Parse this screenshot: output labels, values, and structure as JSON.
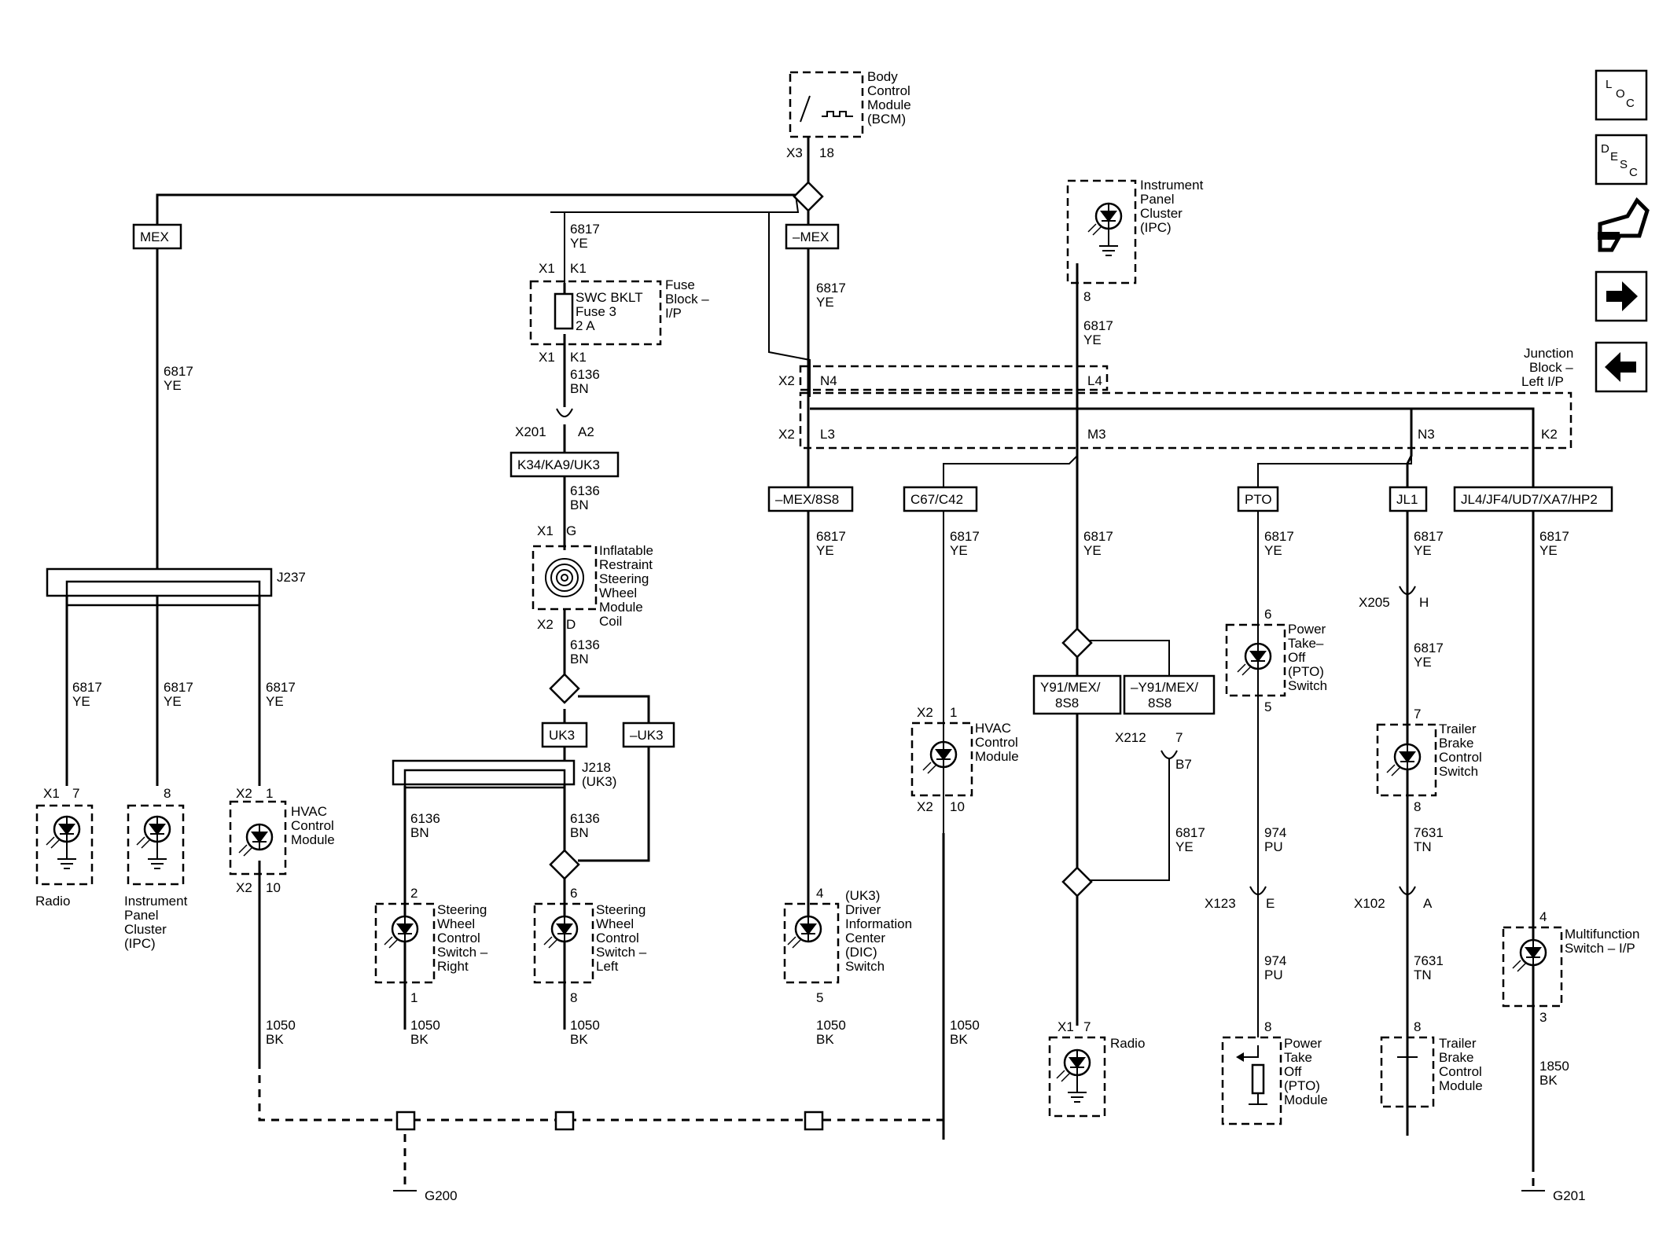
{
  "components": {
    "bcm": [
      "Body",
      "Control",
      "Module",
      "(BCM)"
    ],
    "ipc_top": [
      "Instrument",
      "Panel",
      "Cluster",
      "(IPC)"
    ],
    "fuse_block": [
      "Fuse",
      "Block –",
      "I/P"
    ],
    "fuse": [
      "SWC BKLT",
      "Fuse 3",
      "2 A"
    ],
    "junction_block": [
      "Junction",
      "Block –",
      "Left I/P"
    ],
    "inflatable": [
      "Inflatable",
      "Restraint",
      "Steering",
      "Wheel",
      "Module",
      "Coil"
    ],
    "radio_left": [
      "Radio"
    ],
    "ipc_left": [
      "Instrument",
      "Panel",
      "Cluster",
      "(IPC)"
    ],
    "hvac_left": [
      "HVAC",
      "Control",
      "Module"
    ],
    "swc_right": [
      "Steering",
      "Wheel",
      "Control",
      "Switch –",
      "Right"
    ],
    "swc_left": [
      "Steering",
      "Wheel",
      "Control",
      "Switch –",
      "Left"
    ],
    "dic": [
      "(UK3)",
      "Driver",
      "Information",
      "Center",
      "(DIC)",
      "Switch"
    ],
    "hvac_mid": [
      "HVAC",
      "Control",
      "Module"
    ],
    "radio_right": [
      "Radio"
    ],
    "pto_switch": [
      "Power",
      "Take–",
      "Off",
      "(PTO)",
      "Switch"
    ],
    "pto_module": [
      "Power",
      "Take",
      "Off",
      "(PTO)",
      "Module"
    ],
    "trailer_switch": [
      "Trailer",
      "Brake",
      "Control",
      "Switch"
    ],
    "trailer_module": [
      "Trailer",
      "Brake",
      "Control",
      "Module"
    ],
    "multifunction": [
      "Multifunction",
      "Switch – I/P"
    ]
  },
  "options": {
    "mex": "MEX",
    "not_mex": "–MEX",
    "k34": "K34/KA9/UK3",
    "not_mex_8s8": "–MEX/8S8",
    "c67": "C67/C42",
    "pto": "PTO",
    "jl1": "JL1",
    "jl4": "JL4/JF4/UD7/XA7/HP2",
    "uk3": "UK3",
    "not_uk3": "–UK3",
    "y91": [
      "Y91/MEX/",
      "8S8"
    ],
    "not_y91": [
      "–Y91/MEX/",
      "8S8"
    ]
  },
  "splices": {
    "j237": "J237",
    "j218": [
      "J218",
      "(UK3)"
    ]
  },
  "grounds": {
    "g200": "G200",
    "g201": "G201"
  },
  "wires": {
    "c6817": "6817",
    "ye": "YE",
    "c6136": "6136",
    "bn": "BN",
    "c1050": "1050",
    "c1850": "1850",
    "bk": "BK",
    "c974": "974",
    "pu": "PU",
    "c7631": "7631",
    "tn": "TN"
  },
  "pins": {
    "x3": "X3",
    "p18": "18",
    "x1": "X1",
    "k1": "K1",
    "x2": "X2",
    "n4": "N4",
    "l4": "L4",
    "l3": "L3",
    "m3": "M3",
    "n3": "N3",
    "k2": "K2",
    "x201": "X201",
    "a2": "A2",
    "g": "G",
    "d": "D",
    "x205": "X205",
    "h": "H",
    "x212": "X212",
    "b7": "B7",
    "x123": "X123",
    "e": "E",
    "x102": "X102",
    "a": "A",
    "p1": "1",
    "p2": "2",
    "p3": "3",
    "p4": "4",
    "p5": "5",
    "p6": "6",
    "p7": "7",
    "p8": "8",
    "p10": "10"
  },
  "nav": {
    "loc_icon": "location-icon",
    "desc_icon": "description-icon",
    "connector_icon": "connector-icon",
    "next_icon": "arrow-right-icon",
    "prev_icon": "arrow-left-icon",
    "loc": [
      "L",
      "O",
      "C"
    ],
    "desc": [
      "D",
      "E",
      "S",
      "C"
    ]
  }
}
